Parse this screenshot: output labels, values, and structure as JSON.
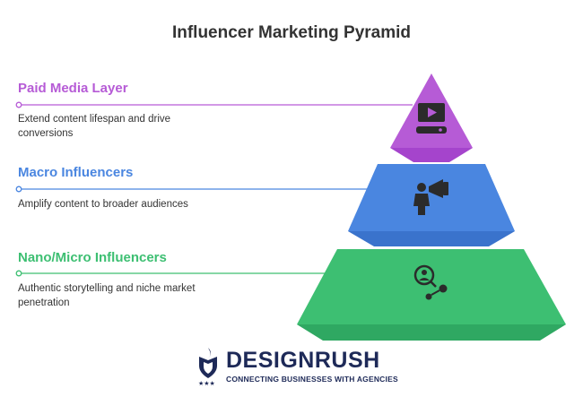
{
  "title": "Influencer Marketing Pyramid",
  "layers": [
    {
      "heading": "Paid Media Layer",
      "description": "Extend content lifespan and drive conversions",
      "color": "#b65bd6",
      "icon": "video-player-icon"
    },
    {
      "heading": "Macro Influencers",
      "description": "Amplify content to broader audiences",
      "color": "#4a86e0",
      "icon": "megaphone-person-icon"
    },
    {
      "heading": "Nano/Micro Influencers",
      "description": "Authentic storytelling and niche market penetration",
      "color": "#3dbf72",
      "icon": "user-search-network-icon"
    }
  ],
  "brand": {
    "name": "DESIGNRUSH",
    "tagline": "CONNECTING BUSINESSES WITH AGENCIES",
    "color": "#1e2a58"
  }
}
